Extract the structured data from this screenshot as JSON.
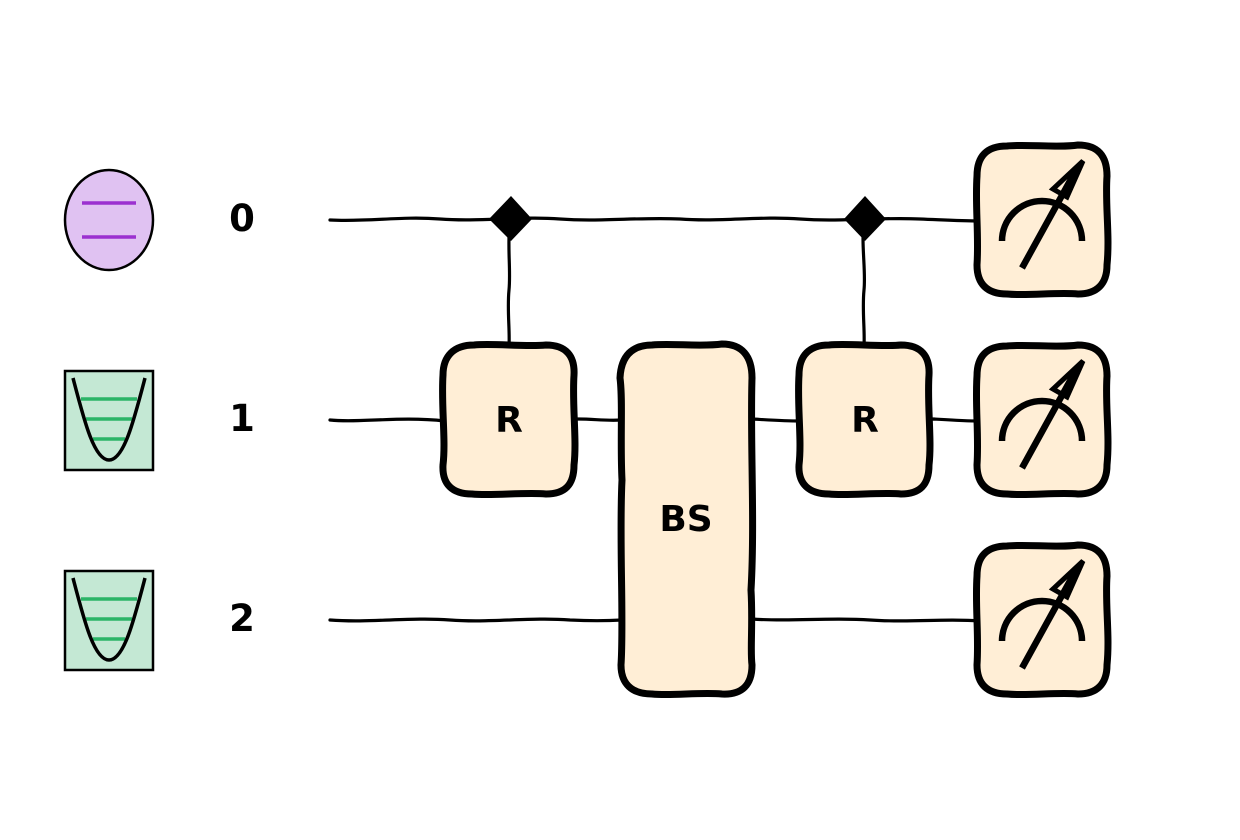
{
  "wires": [
    {
      "index": 0,
      "label": "0",
      "icon": "atom-levels-icon",
      "icon_color": "#e0c2f2",
      "level_color": "#9b30d0"
    },
    {
      "index": 1,
      "label": "1",
      "icon": "harmonic-oscillator-icon",
      "icon_color": "#c4e8d4",
      "level_color": "#2bb467"
    },
    {
      "index": 2,
      "label": "2",
      "icon": "harmonic-oscillator-icon",
      "icon_color": "#c4e8d4",
      "level_color": "#2bb467"
    }
  ],
  "gates": [
    {
      "label": "R",
      "kind": "controlled",
      "control_wire": 0,
      "target_wire": 1
    },
    {
      "label": "BS",
      "kind": "two-wire",
      "wires": [
        1,
        2
      ]
    },
    {
      "label": "R",
      "kind": "controlled",
      "control_wire": 0,
      "target_wire": 1
    }
  ],
  "measurements": [
    {
      "wire": 0,
      "icon": "measurement-meter-icon"
    },
    {
      "wire": 1,
      "icon": "measurement-meter-icon"
    },
    {
      "wire": 2,
      "icon": "measurement-meter-icon"
    }
  ],
  "colors": {
    "gate_fill": "#ffeed6",
    "stroke": "#000000"
  }
}
